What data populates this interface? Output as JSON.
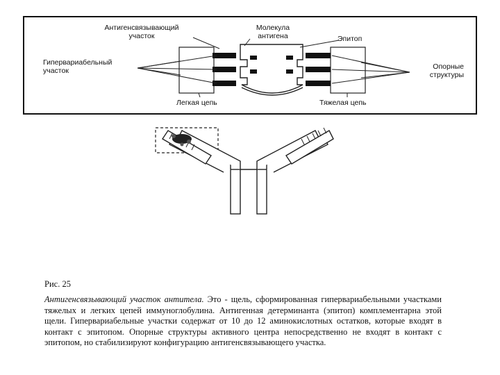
{
  "labels": {
    "binding_site": "Антигенсвязывающий участок",
    "antigen": "Молекула антигена",
    "epitope": "Эпитоп",
    "hypervariable": "Гипервариабельный участок",
    "framework": "Опорные структуры",
    "light_chain": "Легкая цепь",
    "heavy_chain": "Тяжелая цепь"
  },
  "figure": {
    "number": "Рис. 25",
    "caption_title": "Антигенсвязывающий участок антитела.",
    "caption_text": " Это - щель, сформированная гипервариабельными участками тяжелых и легких цепей иммуноглобулина. Антигенная детерминанта (эпитоп) комплементарна этой щели. Гипервариабельные участки содержат от 10 до 12 аминокислотных остатков, которые входят в контакт с эпитопом. Опорные структуры активного центра непосредственно не входят в контакт с эпитопом, но стабилизируют конфигурацию антигенсвязывающего участка."
  }
}
